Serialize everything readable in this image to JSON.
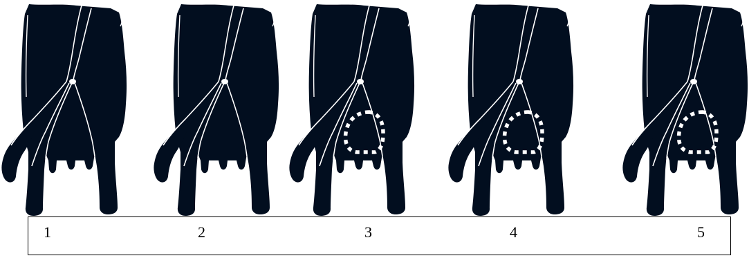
{
  "scores": [
    {
      "label": "1",
      "patch": false
    },
    {
      "label": "2",
      "patch": false
    },
    {
      "label": "3",
      "patch": true
    },
    {
      "label": "4",
      "patch": true
    },
    {
      "label": "5",
      "patch": true
    }
  ],
  "colors": {
    "cow": "#020e1f",
    "outline": "#ffffff",
    "patch": "#ffffff",
    "border": "#000000",
    "background": "#ffffff"
  }
}
